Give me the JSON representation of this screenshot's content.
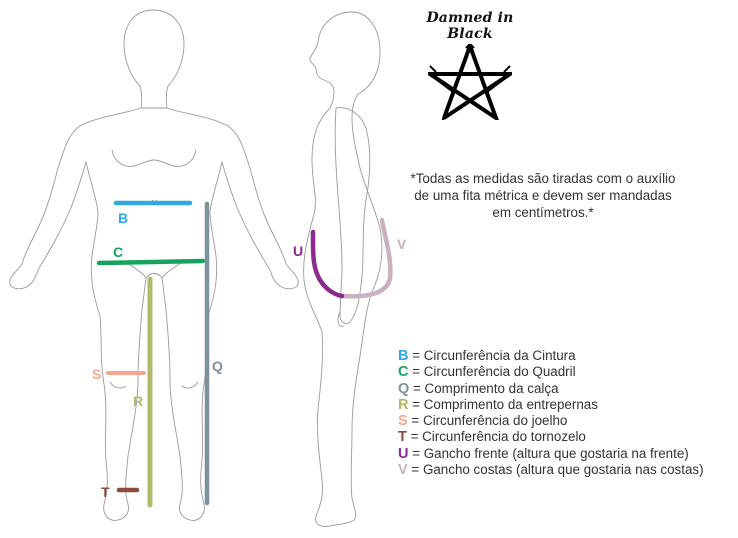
{
  "brand": {
    "name": "Damned in Black",
    "logo_icon": "pentagram-icon"
  },
  "note": "*Todas as medidas são tiradas com o auxílio de uma fita métrica e devem ser mandadas em centímetros.*",
  "measurements": [
    {
      "key": "B",
      "label": "Circunferência da Cintura",
      "color": "#2fa9df"
    },
    {
      "key": "C",
      "label": "Circunferência do Quadril",
      "color": "#17a35b"
    },
    {
      "key": "Q",
      "label": "Comprimento da calça",
      "color": "#7d929c"
    },
    {
      "key": "R",
      "label": "Comprimento da entrepernas",
      "color": "#b0b96d"
    },
    {
      "key": "S",
      "label": "Circunferência do joelho",
      "color": "#f1a88e"
    },
    {
      "key": "T",
      "label": "Circunferência do tornozelo",
      "color": "#8d4a3e"
    },
    {
      "key": "U",
      "label": "Gancho frente (altura que gostaria na frente)",
      "color": "#8d2a8f"
    },
    {
      "key": "V",
      "label": "Gancho costas (altura que gostaria nas costas)",
      "color": "#cbb1bf"
    }
  ]
}
